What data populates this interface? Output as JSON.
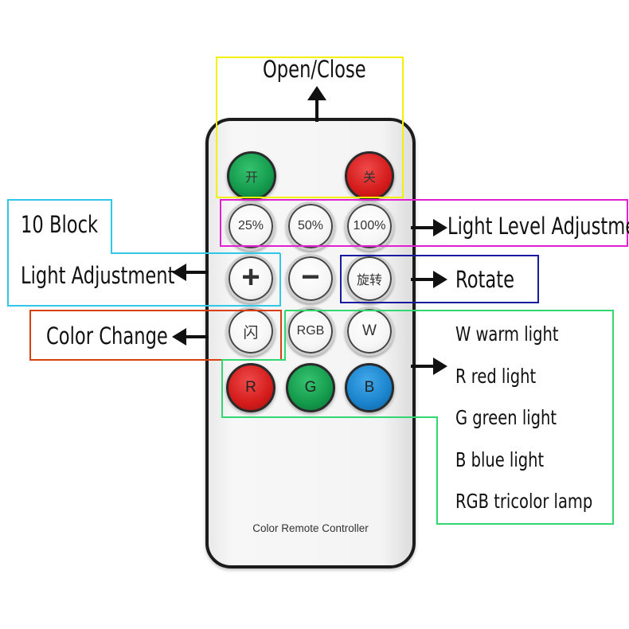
{
  "remote": {
    "label": "Color Remote Controller",
    "buttons": {
      "on": "开",
      "off": "关",
      "p25": "25%",
      "p50": "50%",
      "p100": "100%",
      "plus": "+",
      "minus": "−",
      "rotate": "旋转",
      "flash": "闪",
      "rgb": "RGB",
      "w": "W",
      "r": "R",
      "g": "G",
      "b": "B"
    }
  },
  "annotations": {
    "open_close": "Open/Close",
    "level": "Light Level Adjustment",
    "block": "10 Block",
    "light_adjust": "Light Adjustment",
    "rotate": "Rotate",
    "color_change": "Color Change",
    "legend": [
      "W warm light",
      "R red light",
      "G green light",
      "B blue light",
      "RGB tricolor lamp"
    ]
  },
  "colors": {
    "yellow_box": "#f2f200",
    "magenta_box": "#e020d0",
    "cyan_box": "#30c8e8",
    "blue_box": "#1a1aa0",
    "red_box": "#d84010",
    "green_box": "#30d870",
    "btn_green": "#139a4b",
    "btn_red": "#d41b1b",
    "btn_blue": "#1a83cc"
  }
}
